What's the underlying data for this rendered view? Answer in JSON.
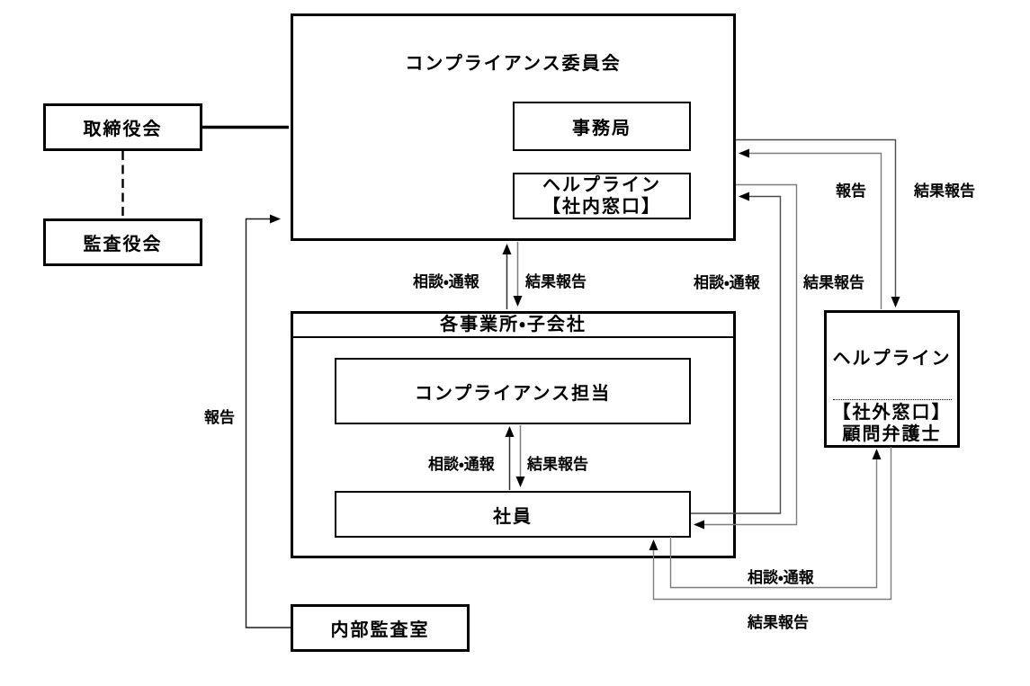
{
  "diagram": {
    "nodes": {
      "board_of_directors": {
        "label": "取締役会"
      },
      "audit_board": {
        "label": "監査役会"
      },
      "compliance_committee": {
        "label": "コンプライアンス委員会"
      },
      "secretariat": {
        "label": "事務局"
      },
      "internal_helpline": {
        "line1": "ヘルプライン",
        "line2": "【社内窓口】"
      },
      "business_sites": {
        "label": "各事業所・子会社"
      },
      "compliance_staff": {
        "label": "コンプライアンス担当"
      },
      "employees": {
        "label": "社員"
      },
      "internal_audit_office": {
        "label": "内部監査室"
      },
      "external_helpline": {
        "title": "ヘルプライン",
        "sub1": "【社外窓口】",
        "sub2": "顧問弁護士"
      }
    },
    "edges": {
      "audit_report": {
        "from": "内部監査室",
        "to": "コンプライアンス委員会",
        "label": "報告"
      },
      "sites_consult": {
        "from": "各事業所・子会社",
        "to": "コンプライアンス委員会",
        "label": "相談・通報"
      },
      "sites_result": {
        "from": "コンプライアンス委員会",
        "to": "各事業所・子会社",
        "label": "結果報告"
      },
      "staff_consult": {
        "from": "社員",
        "to": "コンプライアンス担当",
        "label": "相談・通報"
      },
      "staff_result": {
        "from": "コンプライアンス担当",
        "to": "社員",
        "label": "結果報告"
      },
      "emp_committee_consult": {
        "from": "社員",
        "to": "ヘルプライン【社内窓口】",
        "label": "相談・通報"
      },
      "emp_committee_result": {
        "from": "ヘルプライン【社内窓口】",
        "to": "社員",
        "label": "結果報告"
      },
      "ext_report": {
        "from": "ヘルプライン【社外窓口】",
        "to": "コンプライアンス委員会",
        "label": "報告"
      },
      "ext_result": {
        "from": "コンプライアンス委員会",
        "to": "ヘルプライン【社外窓口】",
        "label": "結果報告"
      },
      "emp_ext_consult": {
        "from": "社員",
        "to": "ヘルプライン【社外窓口】",
        "label": "相談・通報"
      },
      "emp_ext_result": {
        "from": "ヘルプライン【社外窓口】",
        "to": "社員",
        "label": "結果報告"
      }
    }
  }
}
